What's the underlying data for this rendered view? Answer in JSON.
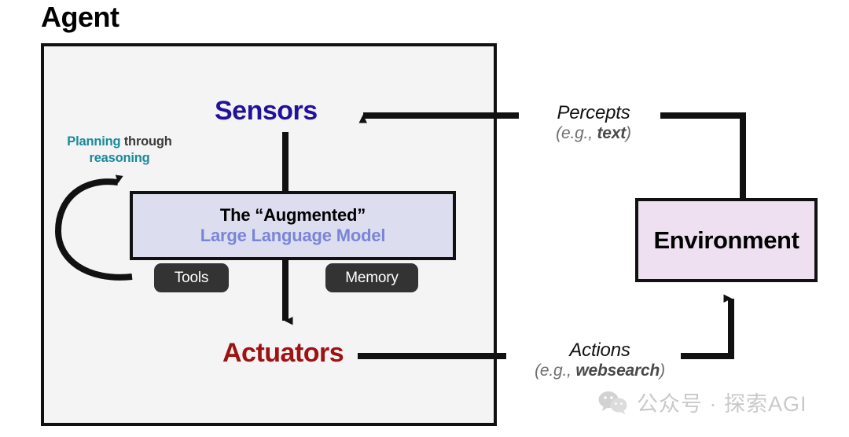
{
  "diagram": {
    "title": "Agent",
    "agent": {
      "title": "Agent",
      "sensors": "Sensors",
      "actuators": "Actuators",
      "planning": {
        "word_accent_1": "Planning",
        "word_dim": "through",
        "word_accent_2": "reasoning",
        "full_text": "Planning through reasoning"
      },
      "llm": {
        "line1": "The “Augmented”",
        "line2": "Large Language Model"
      },
      "modules": [
        {
          "label": "Tools"
        },
        {
          "label": "Memory"
        }
      ]
    },
    "environment": {
      "label": "Environment"
    },
    "edges": [
      {
        "name": "percepts",
        "title": "Percepts",
        "sub_prefix": "(e.g., ",
        "sub_bold": "text",
        "sub_suffix": ")"
      },
      {
        "name": "actions",
        "title": "Actions",
        "sub_prefix": "(e.g., ",
        "sub_bold": "websearch",
        "sub_suffix": ")"
      }
    ],
    "watermark": {
      "text": "公众号 · 探索AGI",
      "icon": "wechat-icon"
    },
    "colors": {
      "sensors": "#23119c",
      "actuators": "#9e1212",
      "planning_accent": "#1a8a9c",
      "llm_fill": "#dcdef0",
      "llm_accent": "#7b84d6",
      "environment_fill": "#eee0f0",
      "agent_fill": "#f4f4f4",
      "pill_fill": "#333333",
      "stroke": "#111111",
      "watermark": "#c9c9c9"
    }
  }
}
